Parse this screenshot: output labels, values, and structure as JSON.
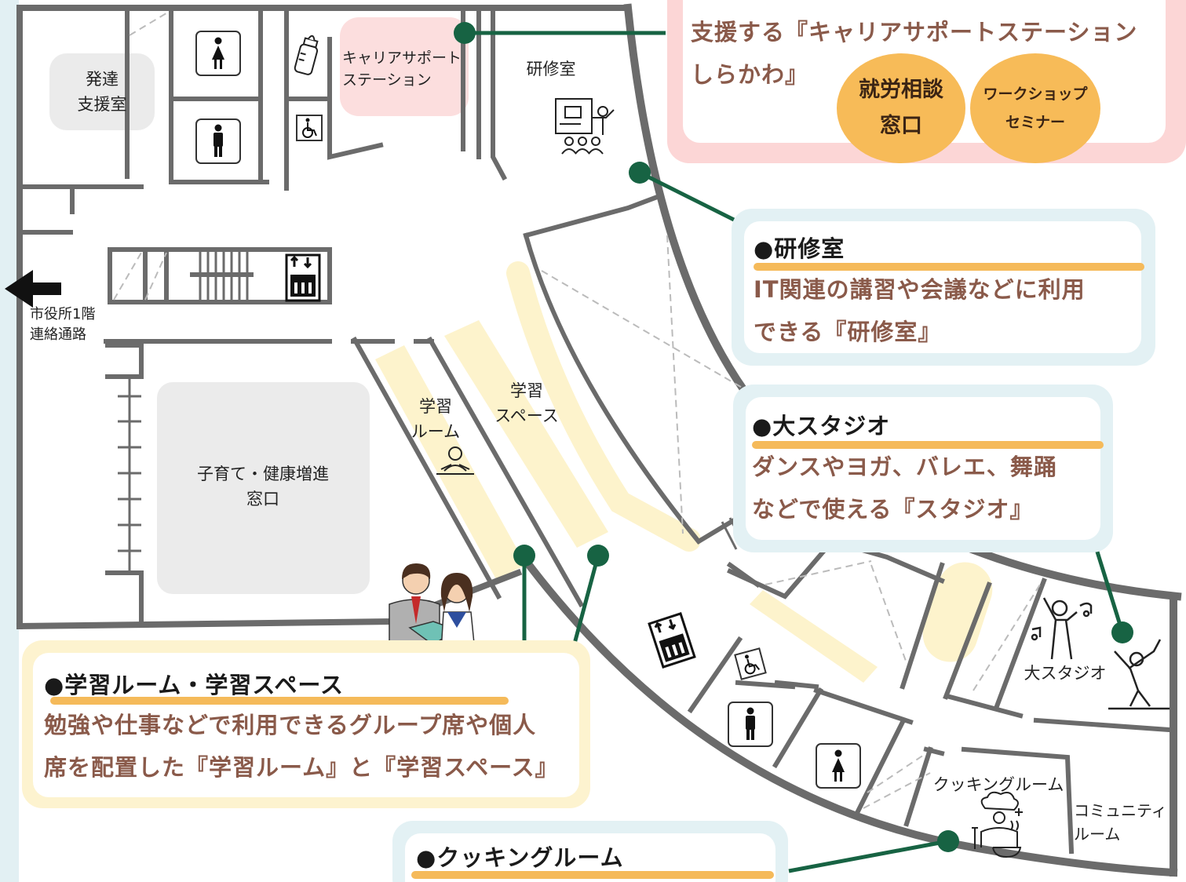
{
  "rooms": {
    "hattatsu": "発達\n支援室",
    "career": "キャリアサポート\nステーション",
    "kenshu": "研修室",
    "corridor": "市役所1階\n連絡通路",
    "kosodate": "子育て・健康増進\n窓口",
    "gakushu_room": "学習\nルーム",
    "gakushu_space": "学習\nスペース",
    "studio": "大スタジオ",
    "cooking": "クッキングルーム",
    "community": "コミュニティ\nルーム"
  },
  "callouts": {
    "career": {
      "desc": "支援する『キャリアサポートステーション\nしらかわ』",
      "circle1": "就労相談\n窓口",
      "circle2": "ワークショップ\nセミナー"
    },
    "kenshu": {
      "title": "●研修室",
      "desc": "IT関連の講習や会議などに利用\nできる『研修室』"
    },
    "studio": {
      "title": "●大スタジオ",
      "desc": "ダンスやヨガ、バレエ、舞踊\nなどで使える『スタジオ』"
    },
    "gakushu": {
      "title": "●学習ルーム・学習スペース",
      "desc": "勉強や仕事などで利用できるグループ席や個人\n席を配置した『学習ルーム』と『学習スペース』"
    },
    "cooking": {
      "title": "●クッキングルーム"
    }
  },
  "icons": [
    "female-toilet-icon",
    "male-toilet-icon",
    "baby-bottle-icon",
    "wheelchair-icon",
    "elevator-icon",
    "training-room-icon",
    "study-person-icon",
    "dancer-icon",
    "ballet-icon",
    "chef-icon",
    "students-illustration",
    "arrow-left-icon"
  ],
  "colors": {
    "wall": "#6b6b6b",
    "connector": "#176343",
    "study_stripe": "#fdf3cc",
    "accent_bar": "#f5ba5a",
    "career_frame": "#fcd6d6",
    "blue_frame": "#e3f1f4",
    "study_frame": "#fdf3cf",
    "circle": "#f7bb58"
  }
}
